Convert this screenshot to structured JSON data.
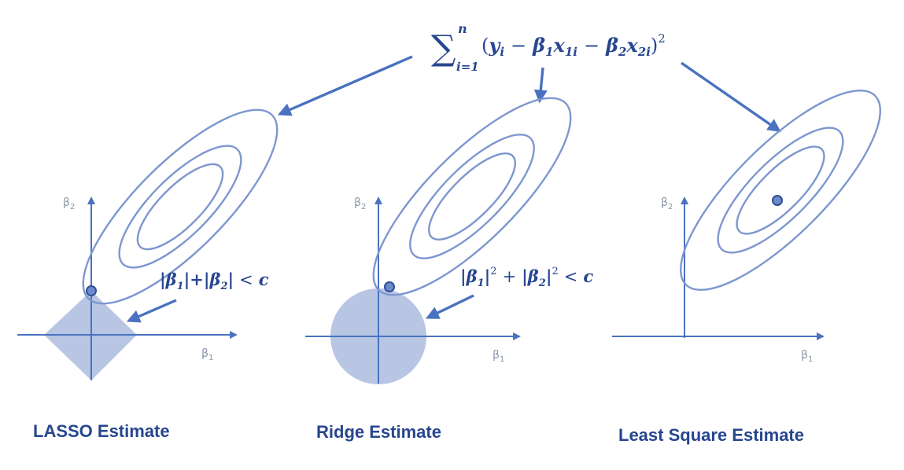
{
  "formula": {
    "sum_symbol": "∑",
    "upper": "n",
    "lower": "i=1",
    "body_open": "(",
    "y": "y",
    "y_sub": "i",
    "minus1": "−",
    "b1": "β",
    "b1_sub": "1",
    "x1": "x",
    "x1_sub": "1i",
    "minus2": "−",
    "b2": "β",
    "b2_sub": "2",
    "x2": "x",
    "x2_sub": "2i",
    "body_close": ")",
    "power": "2"
  },
  "panels": [
    {
      "title": "LASSO Estimate",
      "x_axis_label": "β",
      "x_axis_sub": "1",
      "y_axis_label": "β",
      "y_axis_sub": "2",
      "constraint": {
        "p1": "|β",
        "s1": "1",
        "p2": "|+|β",
        "s2": "2",
        "p3": "|",
        "op": "<",
        "rhs": "c"
      }
    },
    {
      "title": "Ridge Estimate",
      "x_axis_label": "β",
      "x_axis_sub": "1",
      "y_axis_label": "β",
      "y_axis_sub": "2",
      "constraint": {
        "p1": "|β",
        "s1": "1",
        "p2": "|",
        "sup1": "2",
        "plus": "+",
        "p3": "|β",
        "s2": "2",
        "p4": "|",
        "sup2": "2",
        "op": "<",
        "rhs": "c"
      }
    },
    {
      "title": "Least Square Estimate",
      "x_axis_label": "β",
      "x_axis_sub": "1",
      "y_axis_label": "β",
      "y_axis_sub": "2"
    }
  ],
  "colors": {
    "axis": "#4a72c0",
    "ellipse": "#7d97cf",
    "region": "#b8c6e3",
    "text": "#27468f"
  }
}
